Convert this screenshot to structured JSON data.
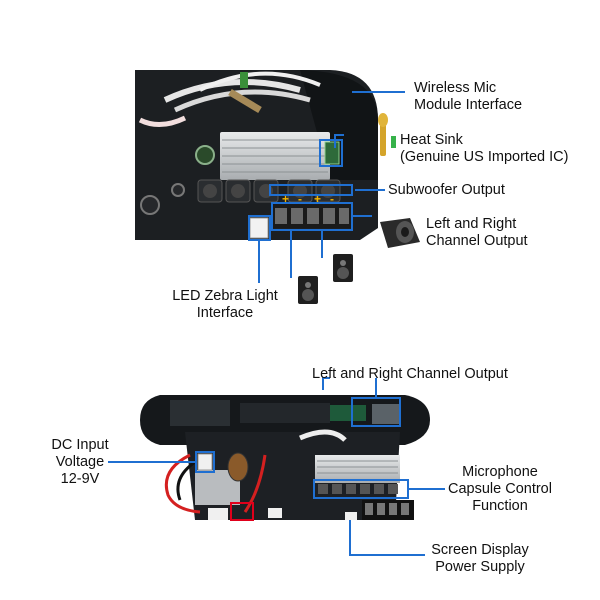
{
  "labels": {
    "wireless_mic": [
      "Wireless Mic",
      "Module Interface"
    ],
    "heat_sink": [
      "Heat Sink",
      "(Genuine US Imported IC)"
    ],
    "subwoofer": [
      "Subwoofer Output"
    ],
    "lr_output_top": [
      "Left and Right",
      "Channel Output"
    ],
    "led_zebra": [
      "LED Zebra Light",
      "Interface"
    ],
    "lr_output_bottom": [
      "Left and Right Channel Output"
    ],
    "dc_input": [
      "DC Input",
      "Voltage",
      "12-9V"
    ],
    "mic_capsule": [
      "Microphone",
      "Capsule Control",
      "Function"
    ],
    "screen_power": [
      "Screen Display",
      "Power Supply"
    ]
  },
  "terminal_marks": [
    "+",
    "-",
    "+",
    "-"
  ],
  "colors": {
    "pointer": "#1f6fd1",
    "board": "#1c1f22",
    "heatsink": "#cfd2d4",
    "highlight_red": "#e0001b"
  }
}
